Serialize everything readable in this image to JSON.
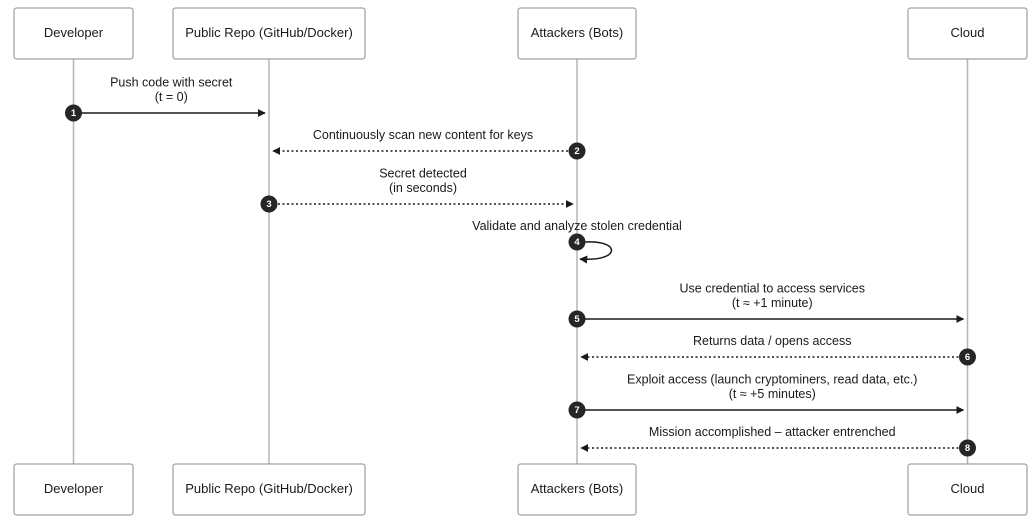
{
  "actors": [
    {
      "id": "developer",
      "label": "Developer"
    },
    {
      "id": "repo",
      "label": "Public Repo (GitHub/Docker)"
    },
    {
      "id": "attackers",
      "label": "Attackers (Bots)"
    },
    {
      "id": "cloud",
      "label": "Cloud"
    }
  ],
  "messages": [
    {
      "num": "1",
      "from": "developer",
      "to": "repo",
      "style": "solid",
      "lines": [
        "Push code with secret",
        "(t = 0)"
      ]
    },
    {
      "num": "2",
      "from": "attackers",
      "to": "repo",
      "style": "dotted",
      "lines": [
        "Continuously scan new content for keys"
      ]
    },
    {
      "num": "3",
      "from": "repo",
      "to": "attackers",
      "style": "dotted",
      "lines": [
        "Secret detected",
        "(in seconds)"
      ]
    },
    {
      "num": "4",
      "from": "attackers",
      "to": "attackers",
      "style": "self",
      "lines": [
        "Validate and analyze stolen credential"
      ]
    },
    {
      "num": "5",
      "from": "attackers",
      "to": "cloud",
      "style": "solid",
      "lines": [
        "Use credential to access services",
        "(t ≈ +1 minute)"
      ]
    },
    {
      "num": "6",
      "from": "cloud",
      "to": "attackers",
      "style": "dotted",
      "lines": [
        "Returns data / opens access"
      ]
    },
    {
      "num": "7",
      "from": "attackers",
      "to": "cloud",
      "style": "solid",
      "lines": [
        "Exploit access (launch cryptominers, read data, etc.)",
        "(t ≈ +5 minutes)"
      ]
    },
    {
      "num": "8",
      "from": "cloud",
      "to": "attackers",
      "style": "dotted",
      "lines": [
        "Mission accomplished – attacker entrenched"
      ]
    }
  ]
}
